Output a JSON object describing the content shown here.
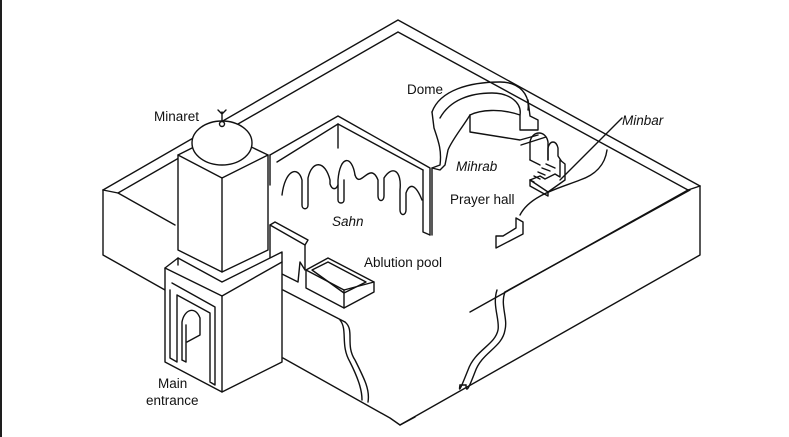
{
  "diagram": {
    "title": "Mosque plan (isometric)",
    "labels": {
      "minaret": "Minaret",
      "dome": "Dome",
      "minbar": "Minbar",
      "mihrab": "Mihrab",
      "prayer_hall": "Prayer hall",
      "sahn": "Sahn",
      "ablution_pool": "Ablution pool",
      "main_entrance_line1": "Main",
      "main_entrance_line2": "entrance"
    },
    "colors": {
      "line": "#111111",
      "background": "#ffffff",
      "left_rule": "#1e1e1e"
    }
  }
}
